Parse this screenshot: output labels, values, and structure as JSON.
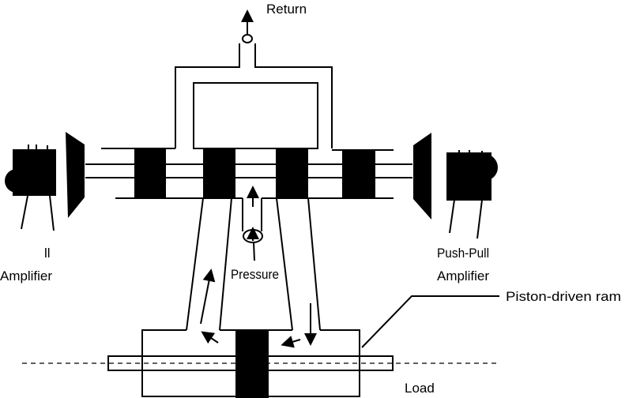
{
  "labels": {
    "return": "Return",
    "left_amp_partial": "ll",
    "left_amp": "Amplifier",
    "pressure": "Pressure",
    "right_amp_line1": "Push-Pull",
    "right_amp_line2": "Amplifier",
    "ram": "Piston-driven ram",
    "load": "Load"
  },
  "colors": {
    "ink": "#000000",
    "background": "#ffffff"
  }
}
